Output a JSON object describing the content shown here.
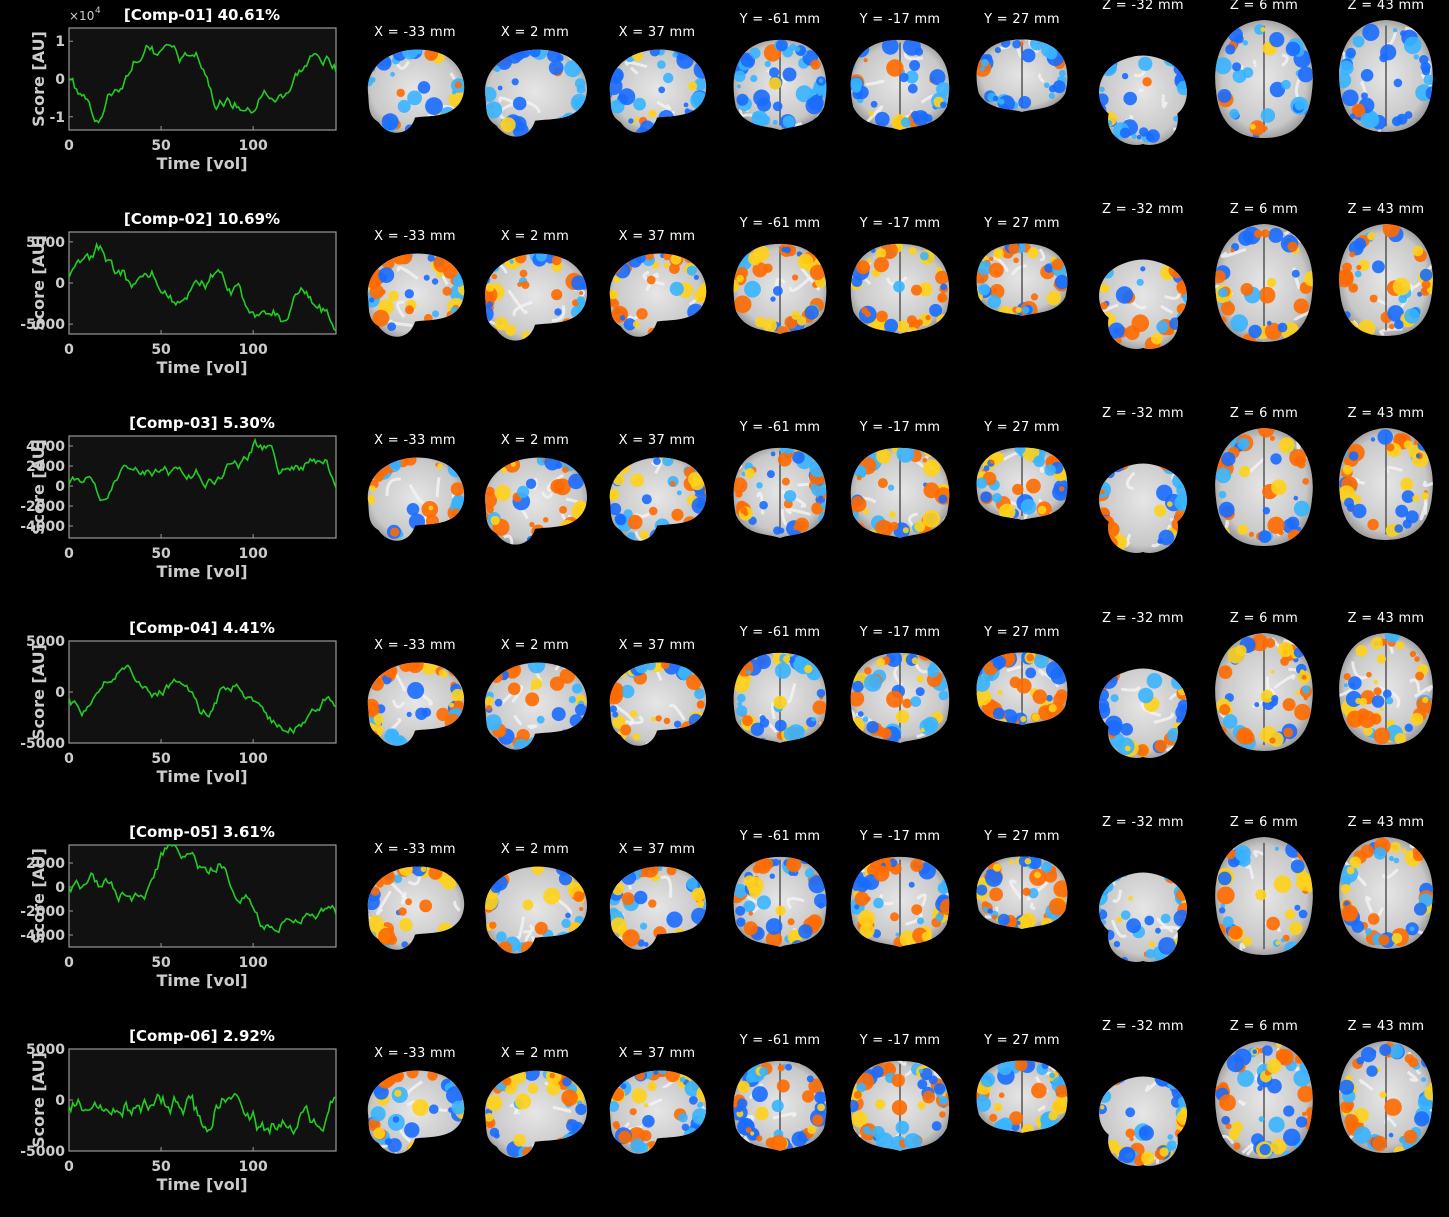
{
  "components": [
    {
      "title": "[Comp-01] 40.61%",
      "exponent_label": "×10",
      "exponent_power": "4",
      "yticks": [
        "1",
        "0",
        "-1"
      ],
      "ytick_values": [
        1,
        0,
        -1
      ],
      "ylim": [
        -1.35,
        1.35
      ],
      "amp": 1.15,
      "series_seed": 1,
      "ylabel": "Score [AU]",
      "xlabel": "Time [vol]",
      "xticks": [
        "0",
        "50",
        "100"
      ],
      "xtick_values": [
        0,
        50,
        100
      ],
      "xlim": [
        0,
        145
      ],
      "blue": 0.55,
      "orange": 0.12
    },
    {
      "title": "[Comp-02] 10.69%",
      "exponent_label": "",
      "exponent_power": "",
      "yticks": [
        "5000",
        "0",
        "-5000"
      ],
      "ytick_values": [
        5000,
        0,
        -5000
      ],
      "ylim": [
        -6200,
        6200
      ],
      "amp": 5800,
      "series_seed": 2,
      "ylabel": "Score [AU]",
      "xlabel": "Time [vol]",
      "xticks": [
        "0",
        "50",
        "100"
      ],
      "xtick_values": [
        0,
        50,
        100
      ],
      "xlim": [
        0,
        145
      ],
      "blue": 0.28,
      "orange": 0.45
    },
    {
      "title": "[Comp-03] 5.30%",
      "exponent_label": "",
      "exponent_power": "",
      "yticks": [
        "4000",
        "2000",
        "0",
        "-2000",
        "-4000"
      ],
      "ytick_values": [
        4000,
        2000,
        0,
        -2000,
        -4000
      ],
      "ylim": [
        -5200,
        5000
      ],
      "amp": 4600,
      "series_seed": 3,
      "ylabel": "Score [AU]",
      "xlabel": "Time [vol]",
      "xticks": [
        "0",
        "50",
        "100"
      ],
      "xtick_values": [
        0,
        50,
        100
      ],
      "xlim": [
        0,
        145
      ],
      "blue": 0.3,
      "orange": 0.42
    },
    {
      "title": "[Comp-04] 4.41%",
      "exponent_label": "",
      "exponent_power": "",
      "yticks": [
        "5000",
        "0",
        "-5000"
      ],
      "ytick_values": [
        5000,
        0,
        -5000
      ],
      "ylim": [
        -5000,
        5000
      ],
      "amp": 4000,
      "series_seed": 4,
      "ylabel": "Score [AU]",
      "xlabel": "Time [vol]",
      "xticks": [
        "0",
        "50",
        "100"
      ],
      "xtick_values": [
        0,
        50,
        100
      ],
      "xlim": [
        0,
        145
      ],
      "blue": 0.32,
      "orange": 0.45
    },
    {
      "title": "[Comp-05] 3.61%",
      "exponent_label": "",
      "exponent_power": "",
      "yticks": [
        "2000",
        "0",
        "-2000",
        "-4000"
      ],
      "ytick_values": [
        2000,
        0,
        -2000,
        -4000
      ],
      "ylim": [
        -5000,
        3500
      ],
      "amp": 3800,
      "series_seed": 5,
      "ylabel": "Score [AU]",
      "xlabel": "Time [vol]",
      "xticks": [
        "0",
        "50",
        "100"
      ],
      "xtick_values": [
        0,
        50,
        100
      ],
      "xlim": [
        0,
        145
      ],
      "blue": 0.38,
      "orange": 0.38
    },
    {
      "title": "[Comp-06] 2.92%",
      "exponent_label": "",
      "exponent_power": "",
      "yticks": [
        "5000",
        "0",
        "-5000"
      ],
      "ytick_values": [
        5000,
        0,
        -5000
      ],
      "ylim": [
        -5000,
        5000
      ],
      "amp": 3300,
      "series_seed": 6,
      "ylabel": "Score [AU]",
      "xlabel": "Time [vol]",
      "xticks": [
        "0",
        "50",
        "100"
      ],
      "xtick_values": [
        0,
        50,
        100
      ],
      "xlim": [
        0,
        145
      ],
      "blue": 0.42,
      "orange": 0.38
    }
  ],
  "slices": [
    {
      "label": "X = -33 mm",
      "view": "sagittal-lat"
    },
    {
      "label": "X = 2 mm",
      "view": "sagittal-mid"
    },
    {
      "label": "X = 37 mm",
      "view": "sagittal-lat"
    },
    {
      "label": "Y = -61 mm",
      "view": "coronal-post"
    },
    {
      "label": "Y = -17 mm",
      "view": "coronal-mid"
    },
    {
      "label": "Y = 27 mm",
      "view": "coronal-ant"
    },
    {
      "label": "Z = -32 mm",
      "view": "axial-low"
    },
    {
      "label": "Z = 6 mm",
      "view": "axial-mid"
    },
    {
      "label": "Z = 43 mm",
      "view": "axial-high"
    }
  ],
  "colors": {
    "background": "#000000",
    "trace": "#22cc22",
    "plot_bg": "#111111",
    "axis": "#999999",
    "text": "#cccccc",
    "brain_light": "#c8c8c8",
    "brain_dark": "#777777",
    "blue1": "#1a6cff",
    "blue2": "#39b4ff",
    "orange1": "#ff6a00",
    "orange2": "#ffd21a"
  }
}
